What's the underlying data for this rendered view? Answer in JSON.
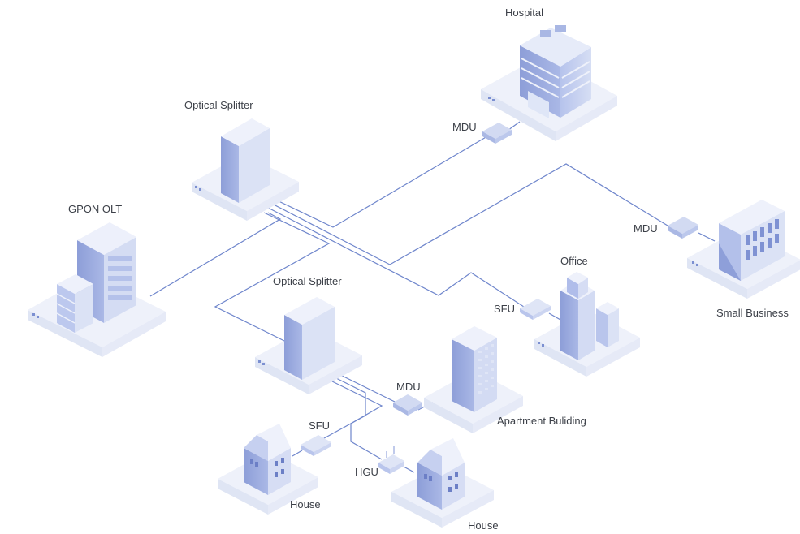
{
  "labels": {
    "hospital": "Hospital",
    "optical_splitter_top": "Optical Splitter",
    "mdu_hospital": "MDU",
    "gpon_olt": "GPON OLT",
    "mdu_business": "MDU",
    "small_business": "Small Business",
    "office": "Office",
    "sfu_office": "SFU",
    "optical_splitter_mid": "Optical Splitter",
    "mdu_apartment": "MDU",
    "apartment": "Apartment Buliding",
    "sfu_house": "SFU",
    "hgu": "HGU",
    "house_left": "House",
    "house_right": "House"
  },
  "colors": {
    "line": "#6f86cc",
    "platform_top": "#f0f3fb",
    "platform_side": "#dde3f3",
    "building_light": "#c9d3ef",
    "building_mid": "#a9b7e4",
    "building_dark": "#8e9fd9",
    "text": "#3c4048"
  }
}
